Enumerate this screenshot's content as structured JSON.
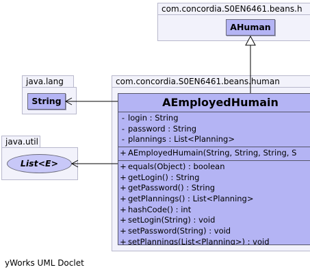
{
  "packages": {
    "top": {
      "name": "com.concordia.S0EN6461.beans.h",
      "class_name": "AHuman"
    },
    "lang": {
      "name": "java.lang",
      "class_name": "String"
    },
    "util": {
      "name": "java.util",
      "class_name": "List<E>"
    },
    "human": {
      "name": "com.concordia.S0EN6461.beans.human"
    }
  },
  "main_class": {
    "name": "AEmployedHumain",
    "attributes": [
      {
        "vis": "-",
        "text": "login : String"
      },
      {
        "vis": "-",
        "text": "password : String"
      },
      {
        "vis": "-",
        "text": "plannings : List<Planning>"
      }
    ],
    "constructors": [
      {
        "vis": "+",
        "text": "AEmployedHumain(String, String, String, S"
      }
    ],
    "methods": [
      {
        "vis": "+",
        "text": "equals(Object) : boolean"
      },
      {
        "vis": "+",
        "text": "getLogin() : String"
      },
      {
        "vis": "+",
        "text": "getPassword() : String"
      },
      {
        "vis": "+",
        "text": "getPlannings() : List<Planning>"
      },
      {
        "vis": "+",
        "text": "hashCode() : int"
      },
      {
        "vis": "+",
        "text": "setLogin(String) : void"
      },
      {
        "vis": "+",
        "text": "setPassword(String) : void"
      },
      {
        "vis": "+",
        "text": "setPlannings(List<Planning>) : void"
      }
    ]
  },
  "caption": "yWorks UML Doclet",
  "colors": {
    "class_fill": "#b4b4f4",
    "package_fill": "#f2f2fb",
    "border": "#55556a"
  }
}
